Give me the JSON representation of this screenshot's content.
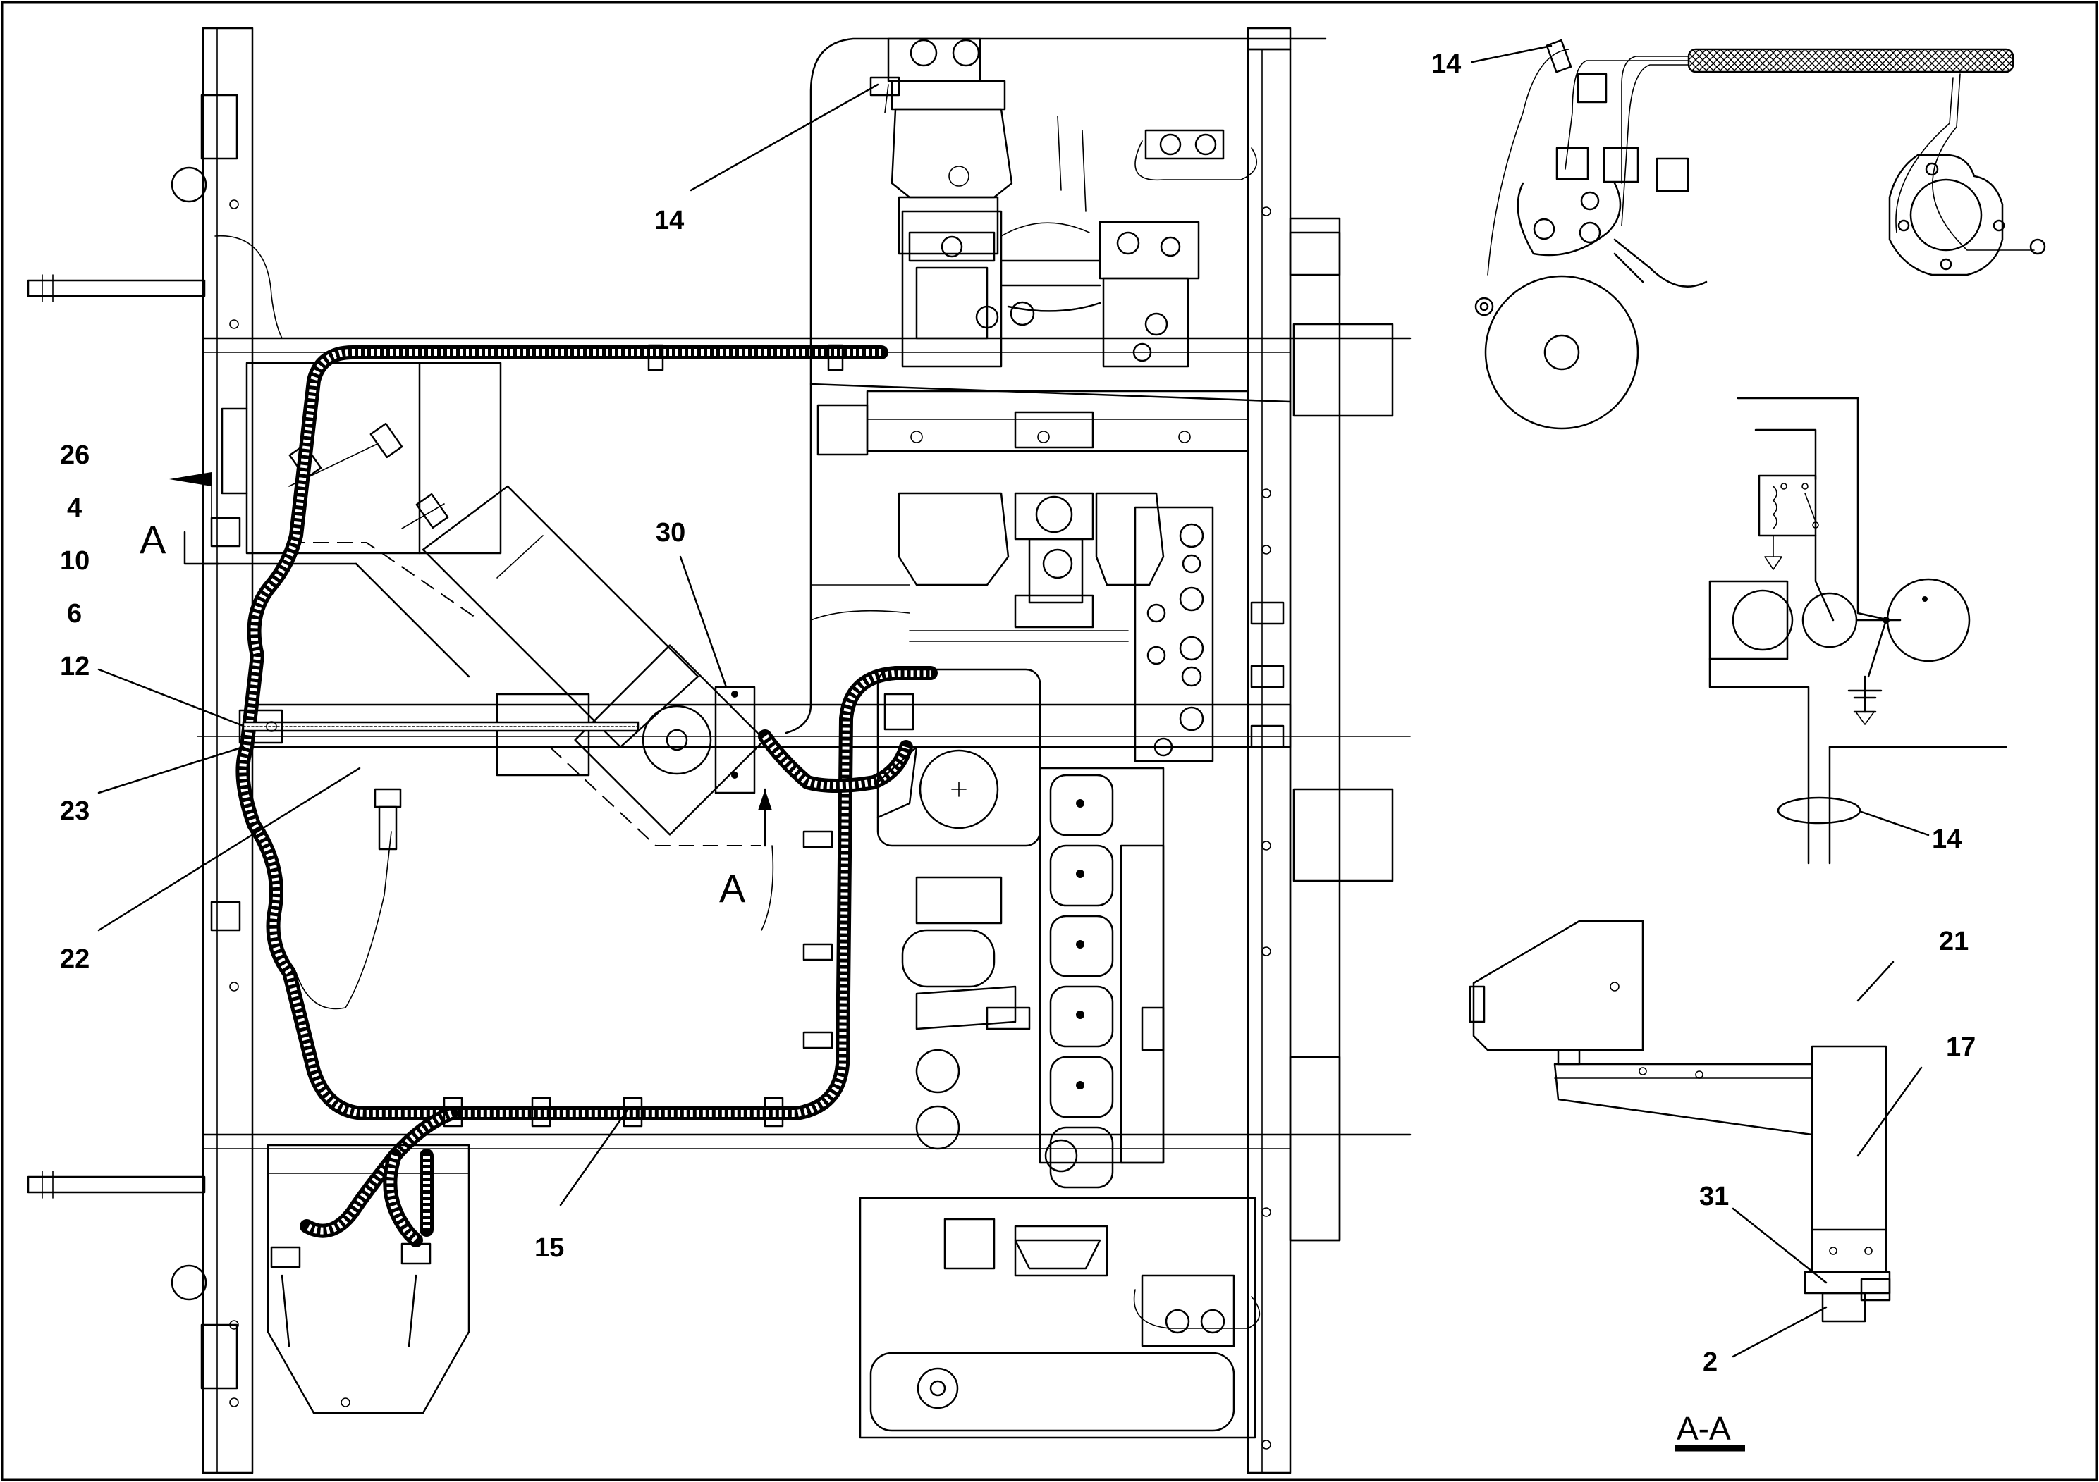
{
  "diagram": {
    "callouts": {
      "c14_main": "14",
      "c26": "26",
      "c4": "4",
      "c10": "10",
      "c6": "6",
      "c12": "12",
      "c23": "23",
      "c22": "22",
      "c30": "30",
      "c15": "15",
      "c14_detail": "14",
      "c14_schematic": "14",
      "c21": "21",
      "c17": "17",
      "c31": "31",
      "c2": "2"
    },
    "section_marker_left": "A",
    "section_marker_bottom": "A",
    "section_view_title": "A-A"
  }
}
